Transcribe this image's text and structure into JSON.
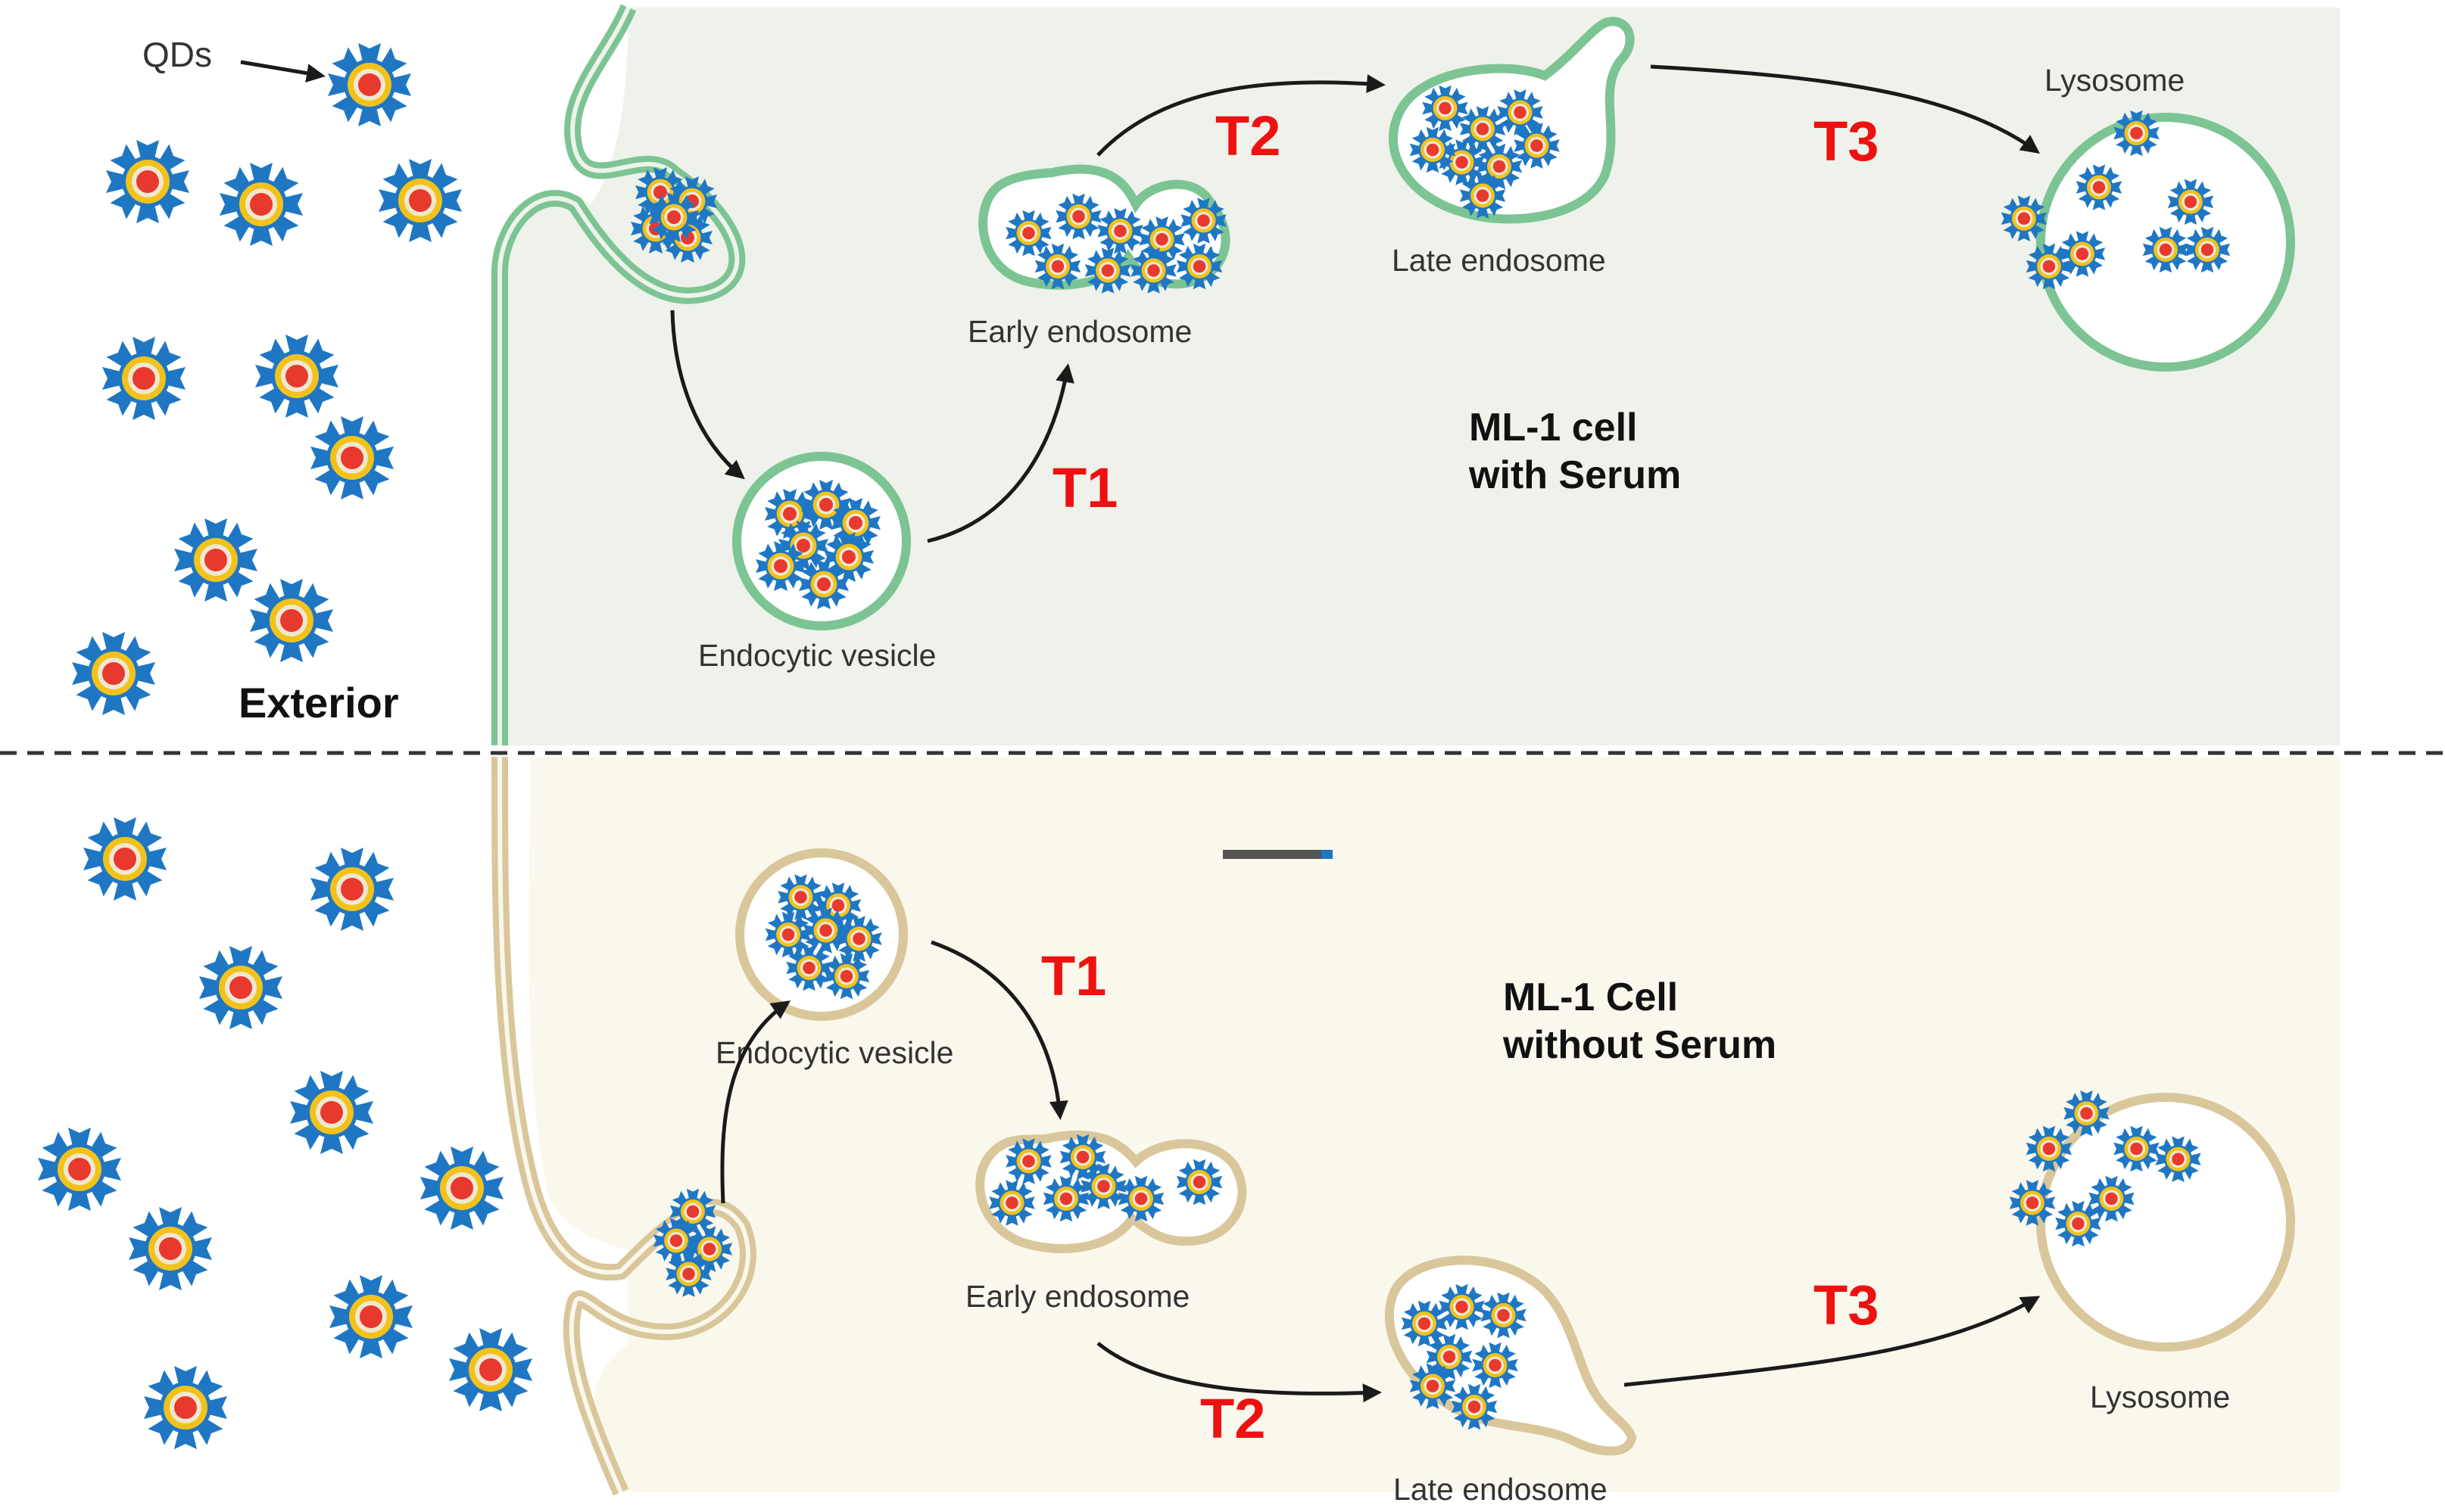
{
  "labels": {
    "qds": "QDs",
    "exterior": "Exterior",
    "top": {
      "cell_line1": "ML-1 cell",
      "cell_line2": "with Serum",
      "endocytic_vesicle": "Endocytic vesicle",
      "early_endosome": "Early endosome",
      "late_endosome": "Late endosome",
      "lysosome": "Lysosome",
      "t1": "T1",
      "t2": "T2",
      "t3": "T3"
    },
    "bottom": {
      "cell_line1": "ML-1 Cell",
      "cell_line2": "without Serum",
      "endocytic_vesicle": "Endocytic vesicle",
      "early_endosome": "Early endosome",
      "late_endosome": "Late endosome",
      "lysosome": "Lysosome",
      "t1": "T1",
      "t2": "T2",
      "t3": "T3"
    }
  },
  "colors": {
    "top_cell_bg": "#eef2ea",
    "bottom_cell_bg": "#faf7ec",
    "top_membrane": "#7cc493",
    "bottom_membrane": "#d9c79b",
    "qd_core": "#e8392f",
    "qd_shell": "#f2c21b",
    "qd_ligand": "#1f77c4",
    "step_label": "#ee1111"
  }
}
